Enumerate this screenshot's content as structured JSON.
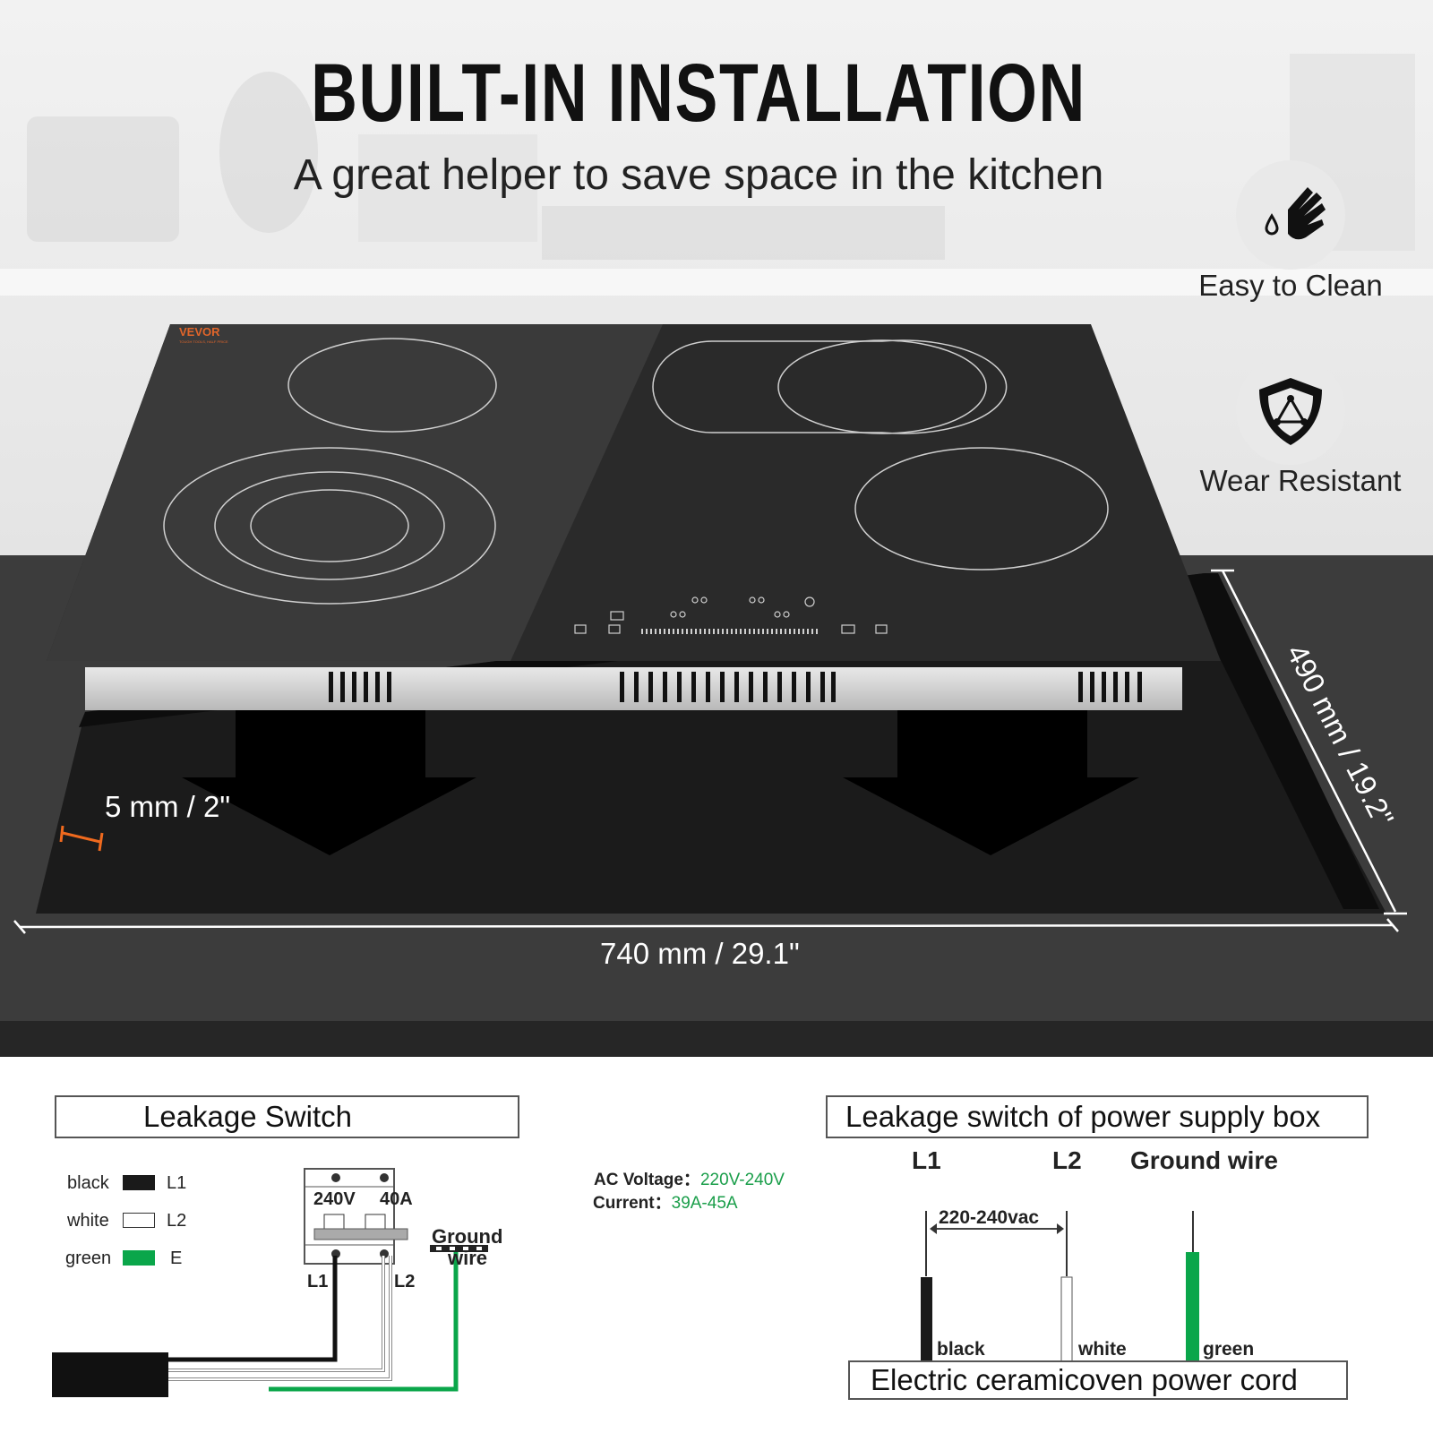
{
  "header": {
    "title": "BUILT-IN INSTALLATION",
    "subtitle": "A great helper to save space in the kitchen"
  },
  "features": [
    {
      "icon": "hand-wipe-icon",
      "label": "Easy to Clean"
    },
    {
      "icon": "shield-icon",
      "label": "Wear Resistant"
    }
  ],
  "product": {
    "brand": "VEVOR",
    "brand_tagline": "TOUGH TOOLS, HALF PRICE"
  },
  "dimensions": {
    "gap": "5 mm / 2\"",
    "width": "740 mm / 29.1\"",
    "depth": "490 mm / 19.2\""
  },
  "wiring_left": {
    "title": "Leakage Switch",
    "legend": [
      {
        "color_name": "black",
        "code": "L1",
        "color": "#1a1a1a"
      },
      {
        "color_name": "white",
        "code": "L2",
        "color": "#ffffff"
      },
      {
        "color_name": "green",
        "code": "E",
        "color": "#0aa64a"
      }
    ],
    "breaker_voltage": "240V",
    "breaker_current": "40A",
    "terminal_l1": "L1",
    "terminal_l2": "L2",
    "ground_label_1": "Ground",
    "ground_label_2": "wire"
  },
  "specs": {
    "voltage_label": "AC Voltage：",
    "voltage_value": "220V-240V",
    "current_label": "Current：",
    "current_value": "39A-45A"
  },
  "wiring_right": {
    "title": "Leakage switch of power supply box",
    "l1": "L1",
    "l2": "L2",
    "ground": "Ground wire",
    "voltage": "220-240vac",
    "black": "black",
    "white": "white",
    "green": "green",
    "cord": "Electric ceramicoven power cord"
  }
}
